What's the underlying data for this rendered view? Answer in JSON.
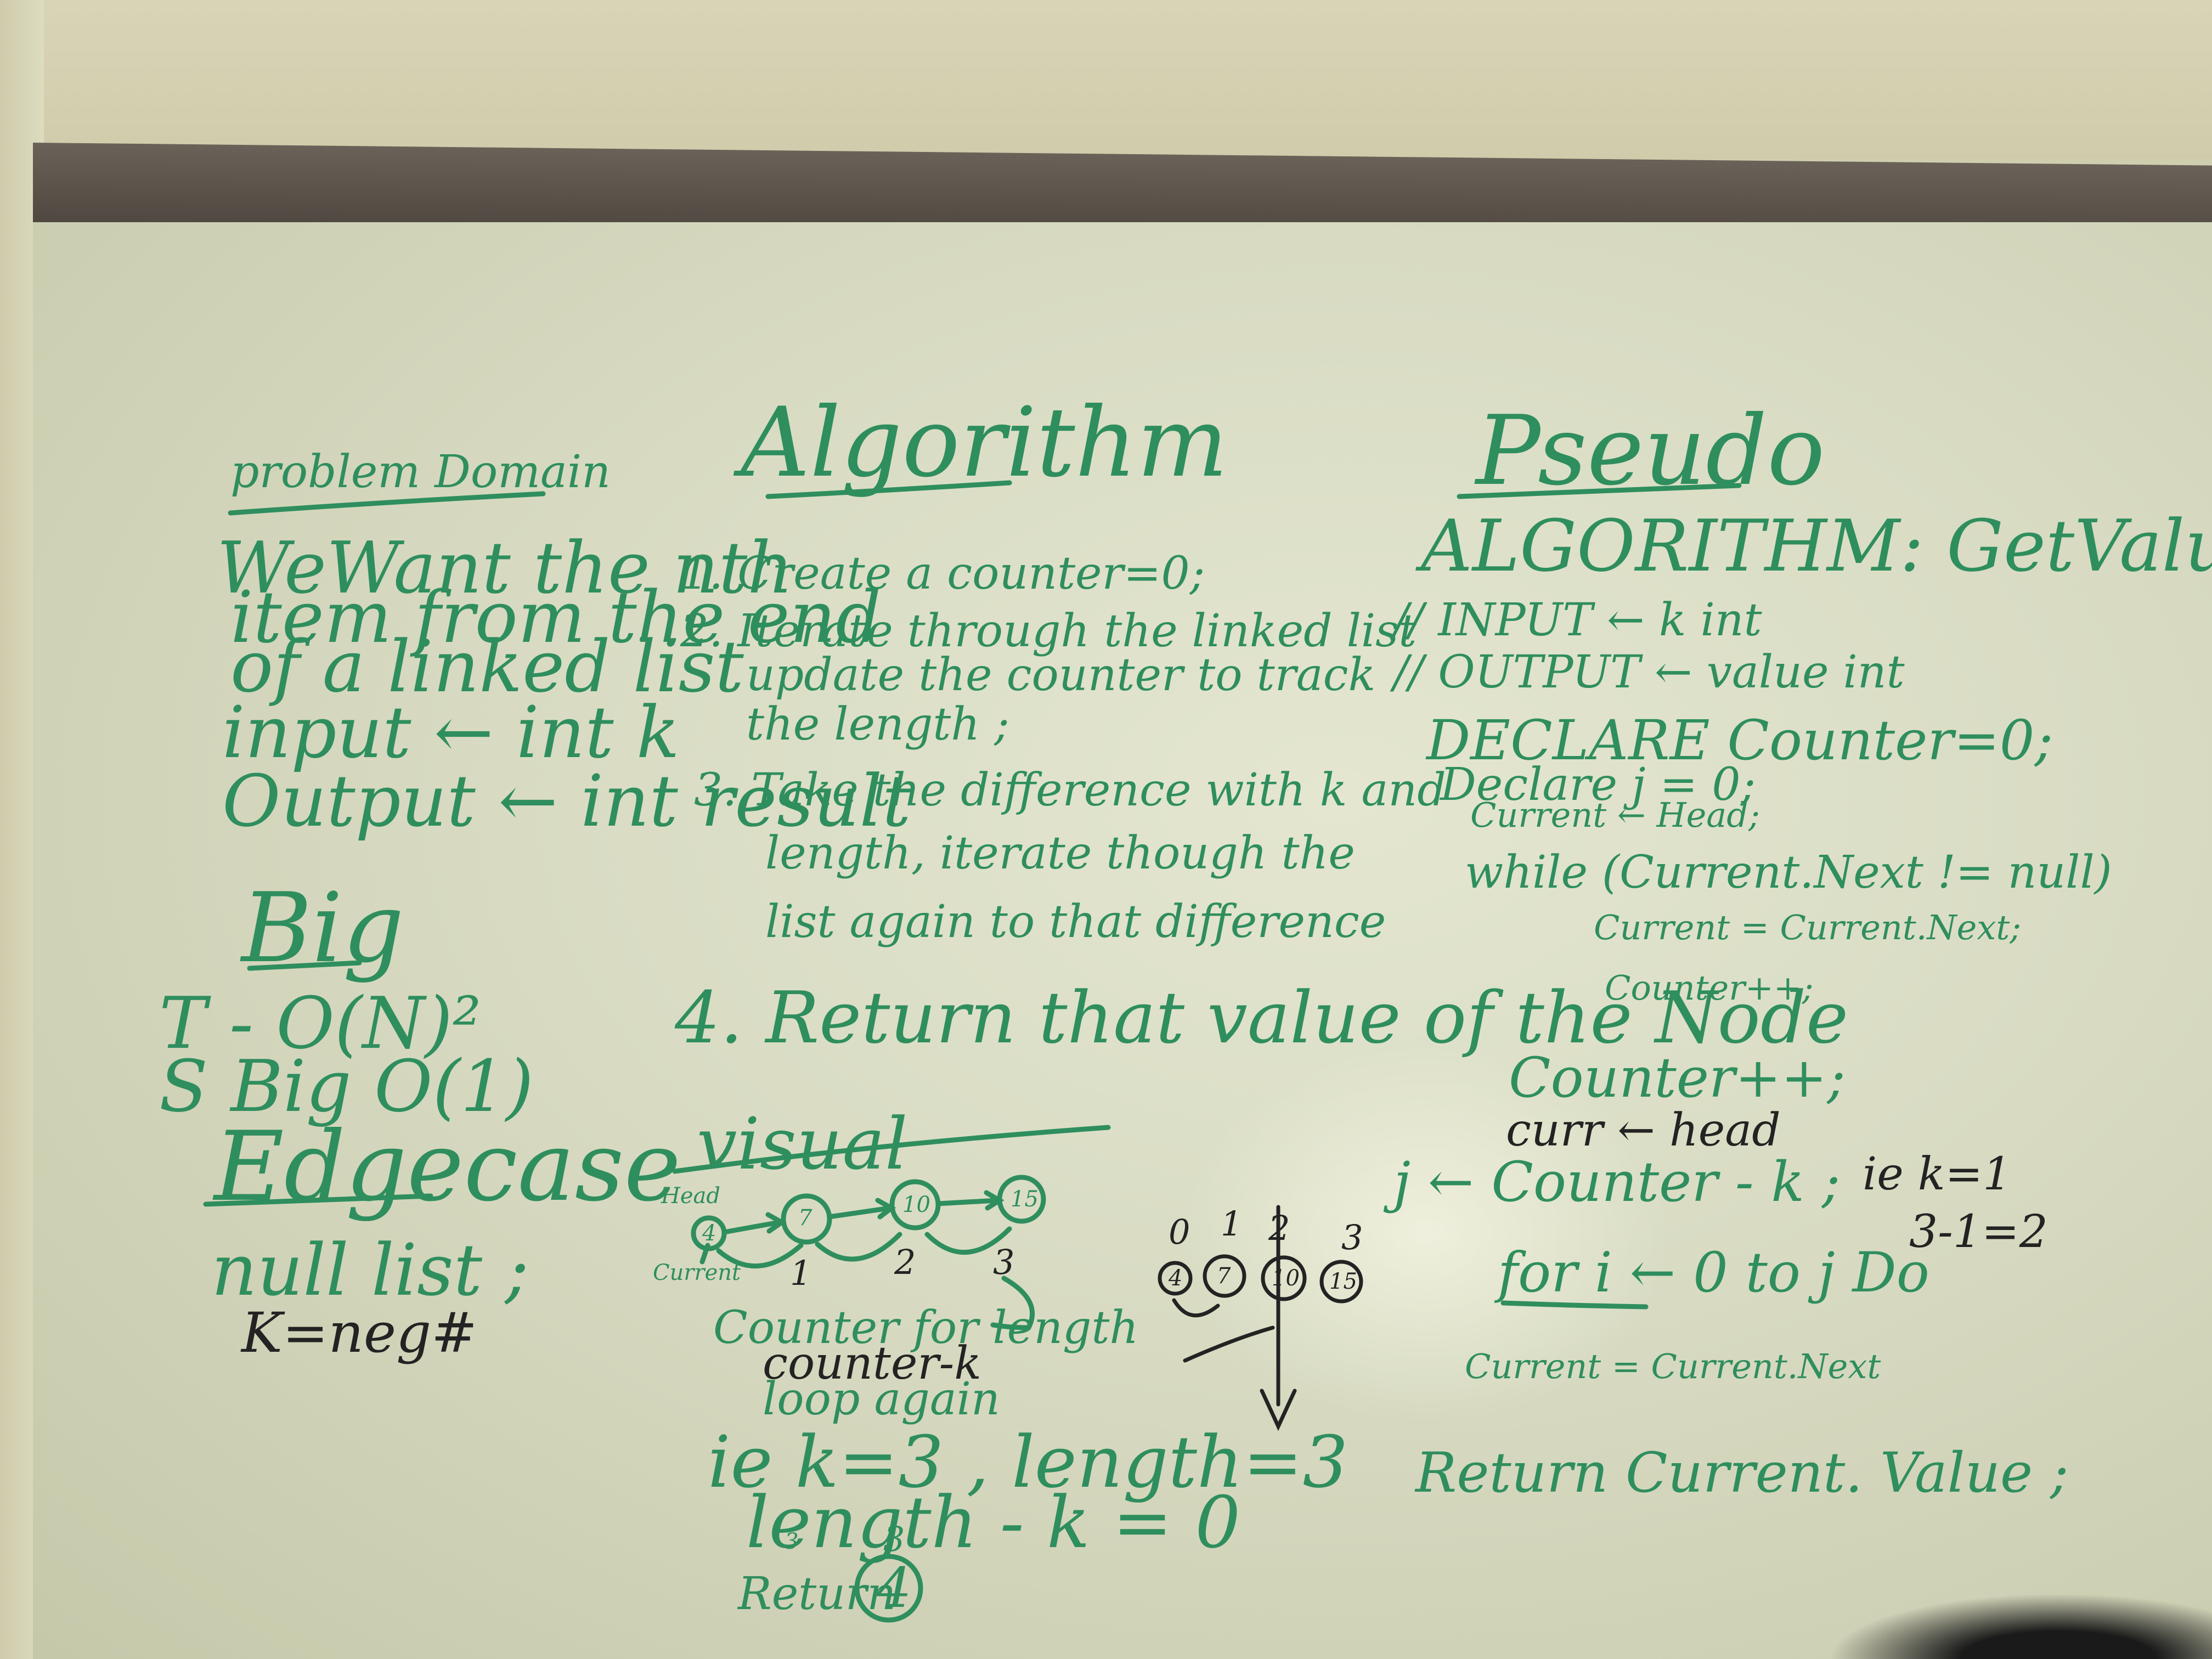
{
  "problem": {
    "heading": "problem Domain",
    "lines": [
      "WeWant the nth",
      "item from the end",
      "of a linked list",
      "input ← int k",
      "Output ← int result"
    ]
  },
  "big": {
    "heading": "Big",
    "time": "T - O(N)²",
    "space": "S Big O(1)"
  },
  "edge": {
    "heading": "Edgecase",
    "lines": [
      "null list ;",
      "K=neg#"
    ]
  },
  "algorithm": {
    "heading": "Algorithm",
    "steps": [
      "1. Create a counter=0;",
      "2. Iterate through the linked list",
      "update the counter to track",
      "the length ;",
      "3. Take the difference with k and",
      "length, iterate though the",
      "list again to that difference",
      "4. Return that value of the Node"
    ]
  },
  "visual": {
    "heading": "visual",
    "nodes": [
      "4",
      "7",
      "10",
      "15"
    ],
    "head_label": "Head",
    "current_label": "Current",
    "indices": [
      "1",
      "2",
      "3"
    ],
    "notes": [
      "Counter for length",
      "counter-k",
      "loop again",
      "ie k=3 , length=3",
      "length - k = 0",
      "3",
      "3",
      "Return",
      "4"
    ]
  },
  "middle_diagram": {
    "indices": [
      "0",
      "1",
      "2",
      "3"
    ],
    "nodes": [
      "4",
      "7",
      "10",
      "15"
    ]
  },
  "pseudo": {
    "heading": "Pseudo",
    "title": "ALGORITHM: GetValue",
    "lines": [
      "// INPUT ← k   int",
      "// OUTPUT ← value int",
      "DECLARE Counter=0;",
      "Declare j = 0;",
      "Current ← Head;",
      "while (Current.Next != null)",
      "Current = Current.Next;",
      "Counter++;",
      "Counter++;",
      "curr ← head",
      "j ← Counter - k ;",
      "for i ← 0 to j Do",
      "Current = Current.Next",
      "Return Current. Value ;"
    ],
    "example": [
      "ie k=1",
      "3-1=2"
    ]
  }
}
